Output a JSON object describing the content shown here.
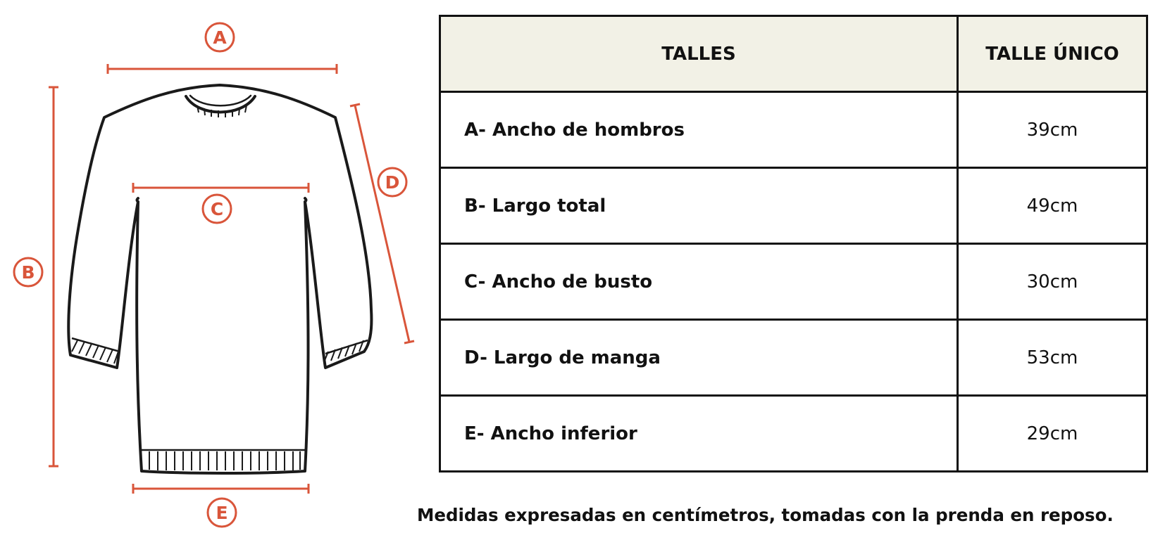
{
  "colors": {
    "accent": "#d9553a",
    "outline": "#1a1a1a",
    "header_bg": "#f2f1e6"
  },
  "diagram": {
    "labels": {
      "a": "A",
      "b": "B",
      "c": "C",
      "d": "D",
      "e": "E"
    }
  },
  "table": {
    "headers": [
      "TALLES",
      "TALLE ÚNICO"
    ],
    "rows": [
      {
        "label": "A- Ancho de hombros",
        "value": "39cm"
      },
      {
        "label": "B- Largo total",
        "value": "49cm"
      },
      {
        "label": "C- Ancho de busto",
        "value": "30cm"
      },
      {
        "label": "D- Largo de manga",
        "value": "53cm"
      },
      {
        "label": "E- Ancho inferior",
        "value": "29cm"
      }
    ]
  },
  "footnote": "Medidas expresadas en centímetros, tomadas con la prenda en reposo."
}
